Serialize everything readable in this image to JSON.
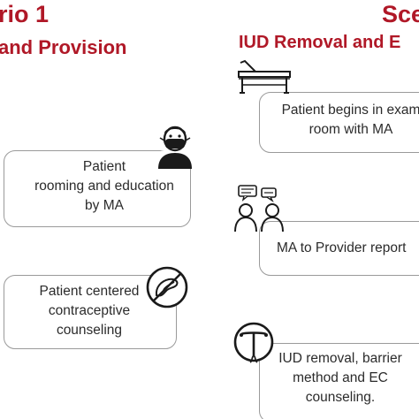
{
  "left_column": {
    "title_fragment": "rio 1",
    "subtitle_fragment": "and Provision",
    "steps": [
      {
        "lines": [
          "Patient",
          "rooming and education",
          "by MA"
        ],
        "icon": "masked-person-icon"
      },
      {
        "lines": [
          "Patient centered",
          "contraceptive",
          "counseling"
        ],
        "icon": "iud-prohibited-icon"
      }
    ]
  },
  "right_column": {
    "title_fragment": "Sce",
    "subtitle_fragment": "IUD Removal and E",
    "steps": [
      {
        "lines": [
          "Patient begins in exam",
          "room with MA"
        ],
        "icon": "exam-table-icon"
      },
      {
        "lines": [
          "MA to Provider report"
        ],
        "icon": "two-people-conversation-icon"
      },
      {
        "lines": [
          "IUD removal, barrier",
          "method and EC",
          "counseling."
        ],
        "icon": "iud-circle-icon"
      }
    ]
  },
  "colors": {
    "heading": "#b01827",
    "box_border": "#9a9a9a",
    "text": "#2b2b2b",
    "icon": "#1a1a1a"
  }
}
